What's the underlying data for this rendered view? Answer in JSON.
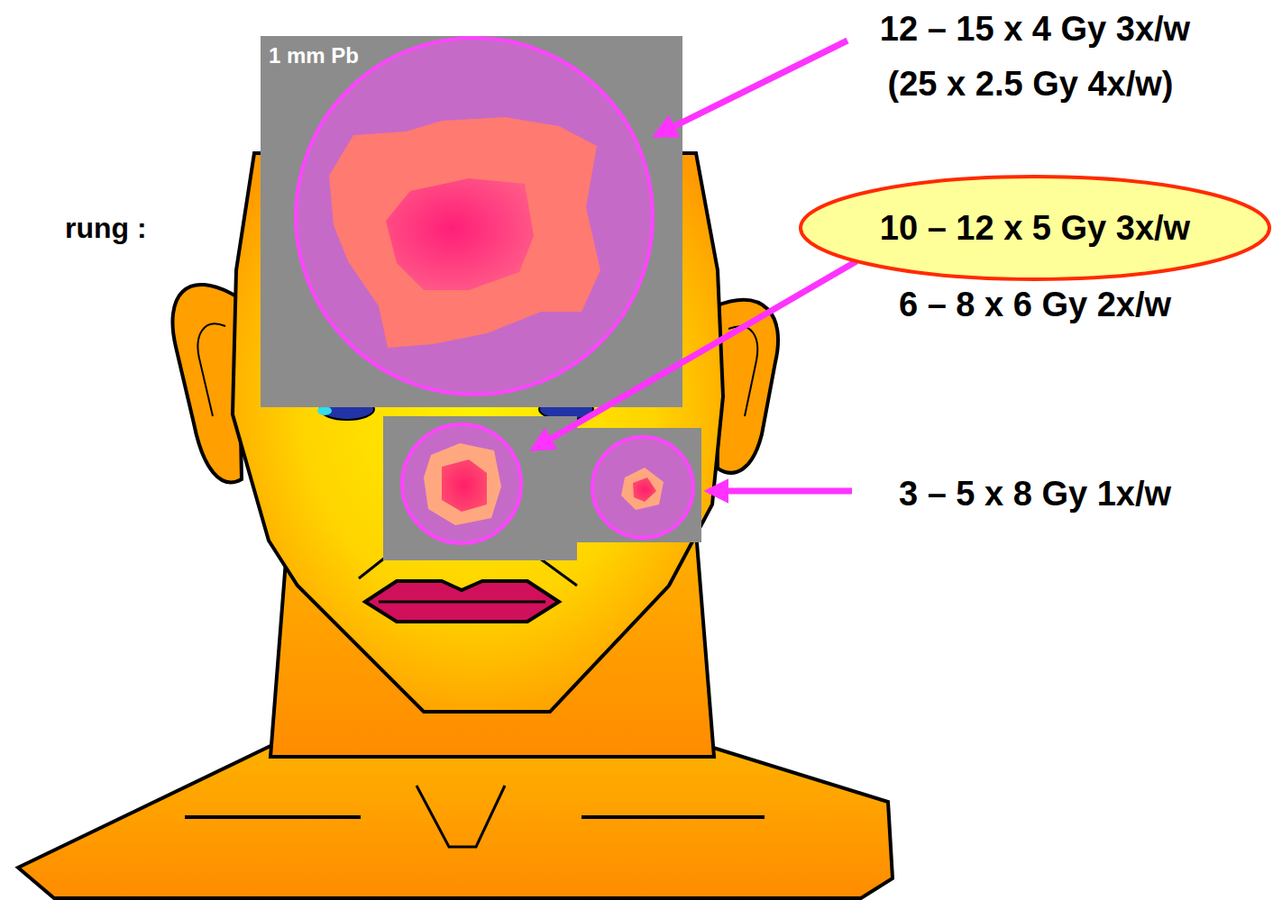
{
  "diagram": {
    "nodes": [
      {
        "text": [
          "1 mm Pb"
        ]
      },
      {
        "text": [
          "10 – 12 x 5 Gy 3x/w"
        ]
      }
    ],
    "labels": [
      "rung :",
      "12 – 15 x 4 Gy 3x/w",
      "(25 x 2.5 Gy 4x/w)",
      "6 – 8 x 6 Gy 2x/w",
      "3 – 5 x 8 Gy 1x/w"
    ]
  }
}
